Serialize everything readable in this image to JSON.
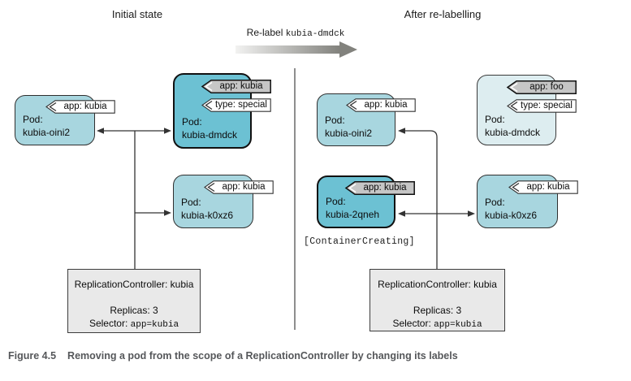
{
  "colors": {
    "pod-light": "#a8d6df",
    "pod-dark": "#6cc1d3",
    "pod-pale": "#ddedf0",
    "tag-gray": "#c6c6c6",
    "rc-fill": "#e9e9e9",
    "caption": "#55575a"
  },
  "titles": {
    "left": "Initial state",
    "right": "After re-labelling"
  },
  "relabel_arrow": {
    "prefix": "Re-label ",
    "code": "kubia-dmdck"
  },
  "pods": {
    "initial_oini2": {
      "kind": "Pod:",
      "name": "kubia-oini2",
      "tags": [
        {
          "text": "app: kubia",
          "variant": "white"
        }
      ]
    },
    "initial_dmdck": {
      "kind": "Pod:",
      "name": "kubia-dmdck",
      "tags": [
        {
          "text": "app: kubia",
          "variant": "gray"
        },
        {
          "text": "type: special",
          "variant": "white"
        }
      ]
    },
    "initial_k0xz6": {
      "kind": "Pod:",
      "name": "kubia-k0xz6",
      "tags": [
        {
          "text": "app: kubia",
          "variant": "white"
        }
      ]
    },
    "after_oini2": {
      "kind": "Pod:",
      "name": "kubia-oini2",
      "tags": [
        {
          "text": "app: kubia",
          "variant": "white"
        }
      ]
    },
    "after_dmdck": {
      "kind": "Pod:",
      "name": "kubia-dmdck",
      "tags": [
        {
          "text": "app: foo",
          "variant": "gray"
        },
        {
          "text": "type: special",
          "variant": "white"
        }
      ]
    },
    "after_2qneh": {
      "kind": "Pod:",
      "name": "kubia-2qneh",
      "tags": [
        {
          "text": "app: kubia",
          "variant": "gray"
        }
      ],
      "status": "[ContainerCreating]"
    },
    "after_k0xz6": {
      "kind": "Pod:",
      "name": "kubia-k0xz6",
      "tags": [
        {
          "text": "app: kubia",
          "variant": "white"
        }
      ]
    }
  },
  "replication_controller": {
    "title": "ReplicationController: kubia",
    "replicas": "Replicas: 3",
    "selector_label": "Selector: ",
    "selector_code": "app=kubia"
  },
  "caption": {
    "label": "Figure 4.5",
    "text": "Removing a pod from the scope of a ReplicationController by changing its labels"
  }
}
